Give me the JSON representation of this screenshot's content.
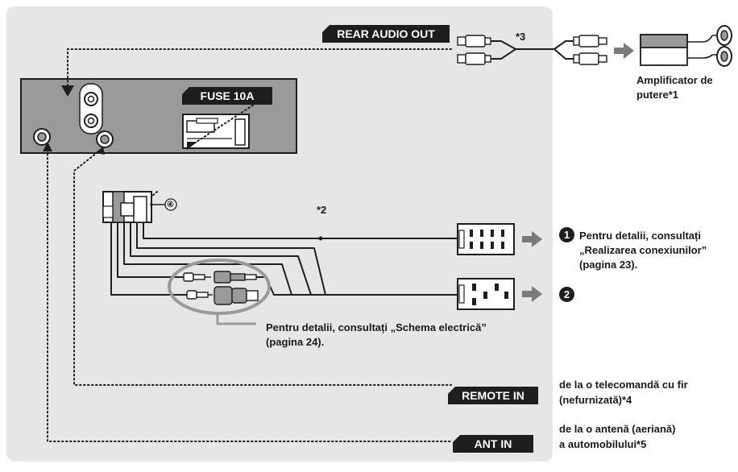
{
  "tags": {
    "rear_audio_out": "REAR AUDIO OUT",
    "fuse": "FUSE 10A",
    "remote_in": "REMOTE IN",
    "ant_in": "ANT IN"
  },
  "markers": {
    "note3": "*3",
    "note2": "*2",
    "circled4": "④",
    "num1": "1",
    "num2": "2"
  },
  "amplifier": {
    "line1": "Amplificator de",
    "line2": "putere*1"
  },
  "detail1": {
    "line1": "Pentru detalii, consultați",
    "line2": "„Realizarea conexiunilor”",
    "line3": "(pagina 23)."
  },
  "schema": {
    "line1": "Pentru detalii, consultați „Schema electrică”",
    "line2": "(pagina 24)."
  },
  "remote": {
    "line1": "de la o telecomandă cu fir",
    "line2": "(nefurnizată)*4"
  },
  "antenna": {
    "line1": "de la o antenă (aeriană)",
    "line2": "a automobilului*5"
  },
  "colors": {
    "panel": "#e6e6e6",
    "unit": "#9a9a9a",
    "dark": "#1e1e1e"
  }
}
